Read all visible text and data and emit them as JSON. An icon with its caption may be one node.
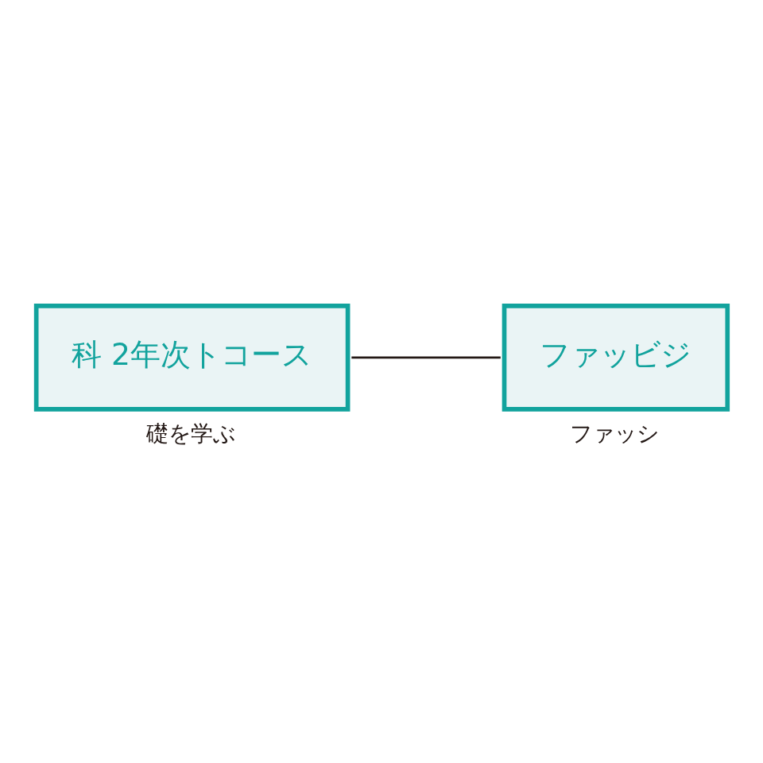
{
  "diagram": {
    "nodes": [
      {
        "text": [
          "科 2年次トコース"
        ],
        "beside": [
          "礎を学ぶ"
        ]
      },
      {
        "text": [
          "ファッビジ"
        ],
        "beside": [
          "ファッシ"
        ]
      }
    ],
    "edges": [
      {
        "from": 0,
        "to": 1,
        "arrow": "none"
      }
    ]
  }
}
